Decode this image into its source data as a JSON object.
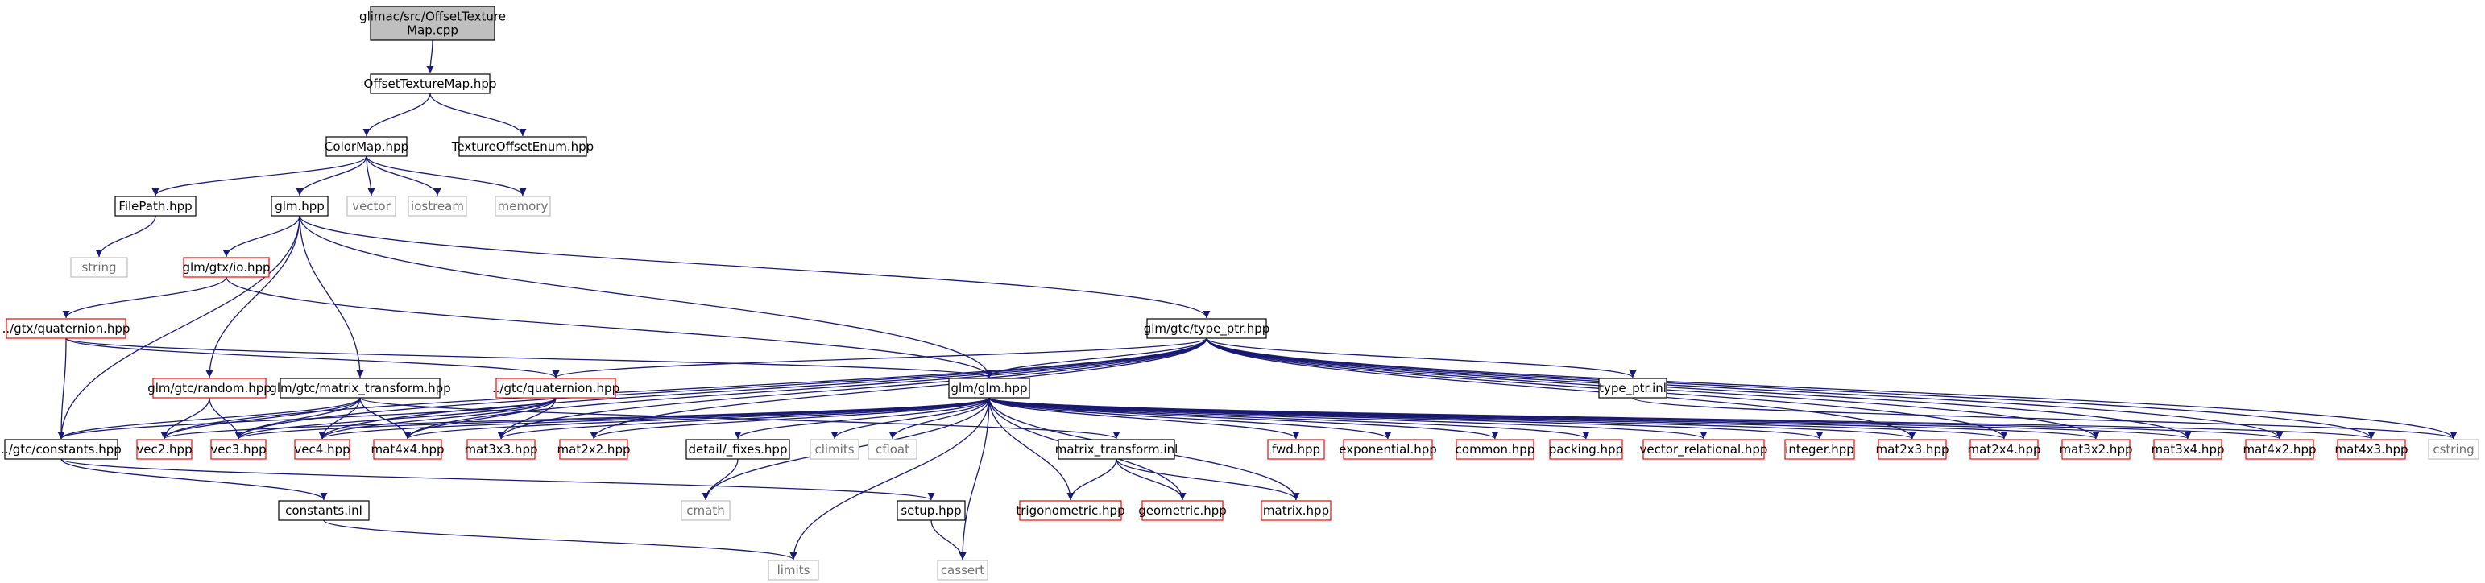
{
  "colors": {
    "edge": "#191970",
    "box_current_fill": "#bfbfbf",
    "box_current_stroke": "#000000",
    "box_normal_stroke": "#000000",
    "box_missing_stroke": "#ff0000",
    "box_external_stroke": "#bfbfbf",
    "text": "#000000",
    "text_external": "#6f6f6f"
  },
  "nodes": [
    {
      "id": "root",
      "label_lines": [
        "glimac/src/OffsetTexture",
        "Map.cpp"
      ],
      "kind": "current"
    },
    {
      "id": "otm",
      "label_lines": [
        "OffsetTextureMap.hpp"
      ],
      "kind": "normal"
    },
    {
      "id": "toe",
      "label_lines": [
        "TextureOffsetEnum.hpp"
      ],
      "kind": "normal"
    },
    {
      "id": "colormap",
      "label_lines": [
        "ColorMap.hpp"
      ],
      "kind": "normal"
    },
    {
      "id": "filepath",
      "label_lines": [
        "FilePath.hpp"
      ],
      "kind": "normal"
    },
    {
      "id": "glm",
      "label_lines": [
        "glm.hpp"
      ],
      "kind": "normal"
    },
    {
      "id": "vector",
      "label_lines": [
        "vector"
      ],
      "kind": "external"
    },
    {
      "id": "iostream",
      "label_lines": [
        "iostream"
      ],
      "kind": "external"
    },
    {
      "id": "memory",
      "label_lines": [
        "memory"
      ],
      "kind": "external"
    },
    {
      "id": "string",
      "label_lines": [
        "string"
      ],
      "kind": "external"
    },
    {
      "id": "gtxio",
      "label_lines": [
        "glm/gtx/io.hpp"
      ],
      "kind": "missing"
    },
    {
      "id": "gtxquat",
      "label_lines": [
        "../gtx/quaternion.hpp"
      ],
      "kind": "missing"
    },
    {
      "id": "typeptr",
      "label_lines": [
        "glm/gtc/type_ptr.hpp"
      ],
      "kind": "normal"
    },
    {
      "id": "gtcrandom",
      "label_lines": [
        "glm/gtc/random.hpp"
      ],
      "kind": "missing"
    },
    {
      "id": "gtcmt",
      "label_lines": [
        "glm/gtc/matrix_transform.hpp"
      ],
      "kind": "normal"
    },
    {
      "id": "gtcquat",
      "label_lines": [
        "../gtc/quaternion.hpp"
      ],
      "kind": "missing"
    },
    {
      "id": "glmglm",
      "label_lines": [
        "glm/glm.hpp"
      ],
      "kind": "normal"
    },
    {
      "id": "typeptrinl",
      "label_lines": [
        "type_ptr.inl"
      ],
      "kind": "normal"
    },
    {
      "id": "constants",
      "label_lines": [
        "../gtc/constants.hpp"
      ],
      "kind": "normal"
    },
    {
      "id": "vec2",
      "label_lines": [
        "vec2.hpp"
      ],
      "kind": "missing"
    },
    {
      "id": "vec3",
      "label_lines": [
        "vec3.hpp"
      ],
      "kind": "missing"
    },
    {
      "id": "vec4",
      "label_lines": [
        "vec4.hpp"
      ],
      "kind": "missing"
    },
    {
      "id": "mat4x4",
      "label_lines": [
        "mat4x4.hpp"
      ],
      "kind": "missing"
    },
    {
      "id": "mat3x3",
      "label_lines": [
        "mat3x3.hpp"
      ],
      "kind": "missing"
    },
    {
      "id": "mat2x2",
      "label_lines": [
        "mat2x2.hpp"
      ],
      "kind": "missing"
    },
    {
      "id": "fixes",
      "label_lines": [
        "detail/_fixes.hpp"
      ],
      "kind": "normal"
    },
    {
      "id": "climits",
      "label_lines": [
        "climits"
      ],
      "kind": "external"
    },
    {
      "id": "cfloat",
      "label_lines": [
        "cfloat"
      ],
      "kind": "external"
    },
    {
      "id": "mtinl",
      "label_lines": [
        "matrix_transform.inl"
      ],
      "kind": "normal"
    },
    {
      "id": "fwd",
      "label_lines": [
        "fwd.hpp"
      ],
      "kind": "missing"
    },
    {
      "id": "exponential",
      "label_lines": [
        "exponential.hpp"
      ],
      "kind": "missing"
    },
    {
      "id": "common",
      "label_lines": [
        "common.hpp"
      ],
      "kind": "missing"
    },
    {
      "id": "packing",
      "label_lines": [
        "packing.hpp"
      ],
      "kind": "missing"
    },
    {
      "id": "vecrel",
      "label_lines": [
        "vector_relational.hpp"
      ],
      "kind": "missing"
    },
    {
      "id": "integer",
      "label_lines": [
        "integer.hpp"
      ],
      "kind": "missing"
    },
    {
      "id": "mat2x3",
      "label_lines": [
        "mat2x3.hpp"
      ],
      "kind": "missing"
    },
    {
      "id": "mat2x4",
      "label_lines": [
        "mat2x4.hpp"
      ],
      "kind": "missing"
    },
    {
      "id": "mat3x2",
      "label_lines": [
        "mat3x2.hpp"
      ],
      "kind": "missing"
    },
    {
      "id": "mat3x4",
      "label_lines": [
        "mat3x4.hpp"
      ],
      "kind": "missing"
    },
    {
      "id": "mat4x2",
      "label_lines": [
        "mat4x2.hpp"
      ],
      "kind": "missing"
    },
    {
      "id": "mat4x3",
      "label_lines": [
        "mat4x3.hpp"
      ],
      "kind": "missing"
    },
    {
      "id": "cstring",
      "label_lines": [
        "cstring"
      ],
      "kind": "external"
    },
    {
      "id": "constantsinl",
      "label_lines": [
        "constants.inl"
      ],
      "kind": "normal"
    },
    {
      "id": "cmath",
      "label_lines": [
        "cmath"
      ],
      "kind": "external"
    },
    {
      "id": "setup",
      "label_lines": [
        "setup.hpp"
      ],
      "kind": "normal"
    },
    {
      "id": "trig",
      "label_lines": [
        "trigonometric.hpp"
      ],
      "kind": "missing"
    },
    {
      "id": "geometric",
      "label_lines": [
        "geometric.hpp"
      ],
      "kind": "missing"
    },
    {
      "id": "matrix",
      "label_lines": [
        "matrix.hpp"
      ],
      "kind": "missing"
    },
    {
      "id": "limits",
      "label_lines": [
        "limits"
      ],
      "kind": "external"
    },
    {
      "id": "cassert",
      "label_lines": [
        "cassert"
      ],
      "kind": "external"
    }
  ],
  "edges": [
    [
      "root",
      "otm"
    ],
    [
      "otm",
      "colormap"
    ],
    [
      "otm",
      "toe"
    ],
    [
      "colormap",
      "filepath"
    ],
    [
      "colormap",
      "glm"
    ],
    [
      "colormap",
      "vector"
    ],
    [
      "colormap",
      "iostream"
    ],
    [
      "colormap",
      "memory"
    ],
    [
      "filepath",
      "string"
    ],
    [
      "glm",
      "gtxio"
    ],
    [
      "glm",
      "typeptr"
    ],
    [
      "glm",
      "gtcrandom"
    ],
    [
      "glm",
      "gtcmt"
    ],
    [
      "glm",
      "glmglm"
    ],
    [
      "glm",
      "constants"
    ],
    [
      "gtxio",
      "gtxquat"
    ],
    [
      "gtxio",
      "glmglm"
    ],
    [
      "gtxquat",
      "gtcquat"
    ],
    [
      "gtxquat",
      "constants"
    ],
    [
      "gtxquat",
      "glmglm"
    ],
    [
      "typeptr",
      "gtcquat"
    ],
    [
      "typeptr",
      "glmglm"
    ],
    [
      "typeptr",
      "typeptrinl"
    ],
    [
      "typeptr",
      "vec2"
    ],
    [
      "typeptr",
      "vec3"
    ],
    [
      "typeptr",
      "vec4"
    ],
    [
      "typeptr",
      "mat4x4"
    ],
    [
      "typeptr",
      "mat3x3"
    ],
    [
      "typeptr",
      "mat2x2"
    ],
    [
      "typeptr",
      "mat2x3"
    ],
    [
      "typeptr",
      "mat2x4"
    ],
    [
      "typeptr",
      "mat3x2"
    ],
    [
      "typeptr",
      "mat3x4"
    ],
    [
      "typeptr",
      "mat4x2"
    ],
    [
      "typeptr",
      "mat4x3"
    ],
    [
      "typeptr",
      "cstring"
    ],
    [
      "gtcrandom",
      "vec2"
    ],
    [
      "gtcrandom",
      "vec3"
    ],
    [
      "gtcmt",
      "mat4x4"
    ],
    [
      "gtcmt",
      "vec2"
    ],
    [
      "gtcmt",
      "vec3"
    ],
    [
      "gtcmt",
      "vec4"
    ],
    [
      "gtcmt",
      "constants"
    ],
    [
      "gtcmt",
      "mtinl"
    ],
    [
      "gtcquat",
      "mat3x3"
    ],
    [
      "gtcquat",
      "mat4x4"
    ],
    [
      "gtcquat",
      "vec3"
    ],
    [
      "gtcquat",
      "vec4"
    ],
    [
      "gtcquat",
      "constants"
    ],
    [
      "glmglm",
      "fixes"
    ],
    [
      "glmglm",
      "cmath"
    ],
    [
      "glmglm",
      "climits"
    ],
    [
      "glmglm",
      "cfloat"
    ],
    [
      "glmglm",
      "limits"
    ],
    [
      "glmglm",
      "cassert"
    ],
    [
      "glmglm",
      "fwd"
    ],
    [
      "glmglm",
      "vec2"
    ],
    [
      "glmglm",
      "vec3"
    ],
    [
      "glmglm",
      "vec4"
    ],
    [
      "glmglm",
      "mat2x2"
    ],
    [
      "glmglm",
      "mat2x3"
    ],
    [
      "glmglm",
      "mat2x4"
    ],
    [
      "glmglm",
      "mat3x2"
    ],
    [
      "glmglm",
      "mat3x3"
    ],
    [
      "glmglm",
      "mat3x4"
    ],
    [
      "glmglm",
      "mat4x2"
    ],
    [
      "glmglm",
      "mat4x3"
    ],
    [
      "glmglm",
      "mat4x4"
    ],
    [
      "glmglm",
      "trig"
    ],
    [
      "glmglm",
      "exponential"
    ],
    [
      "glmglm",
      "common"
    ],
    [
      "glmglm",
      "packing"
    ],
    [
      "glmglm",
      "geometric"
    ],
    [
      "glmglm",
      "matrix"
    ],
    [
      "glmglm",
      "vecrel"
    ],
    [
      "glmglm",
      "integer"
    ],
    [
      "typeptrinl",
      "cstring"
    ],
    [
      "constants",
      "constantsinl"
    ],
    [
      "constants",
      "setup"
    ],
    [
      "constantsinl",
      "limits"
    ],
    [
      "fixes",
      "cmath"
    ],
    [
      "setup",
      "cassert"
    ],
    [
      "mtinl",
      "geometric"
    ],
    [
      "mtinl",
      "trig"
    ],
    [
      "mtinl",
      "matrix"
    ]
  ]
}
